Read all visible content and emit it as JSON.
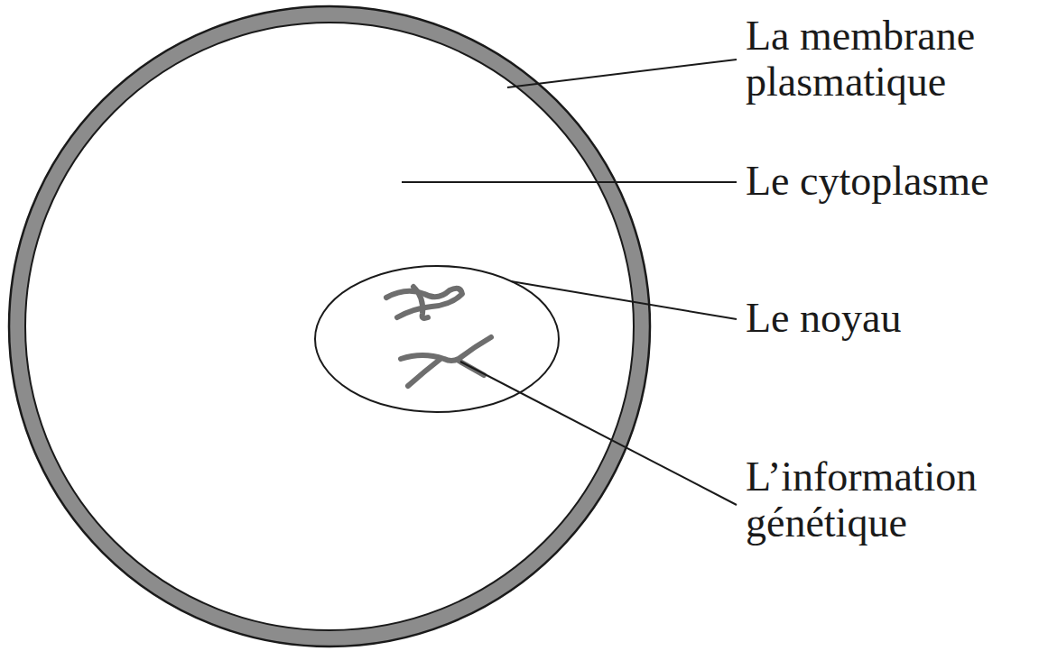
{
  "diagram": {
    "labels": [
      "La membrane plasmatique",
      "Le cytoplasme",
      "Le noyau",
      "L’information génétique"
    ]
  }
}
